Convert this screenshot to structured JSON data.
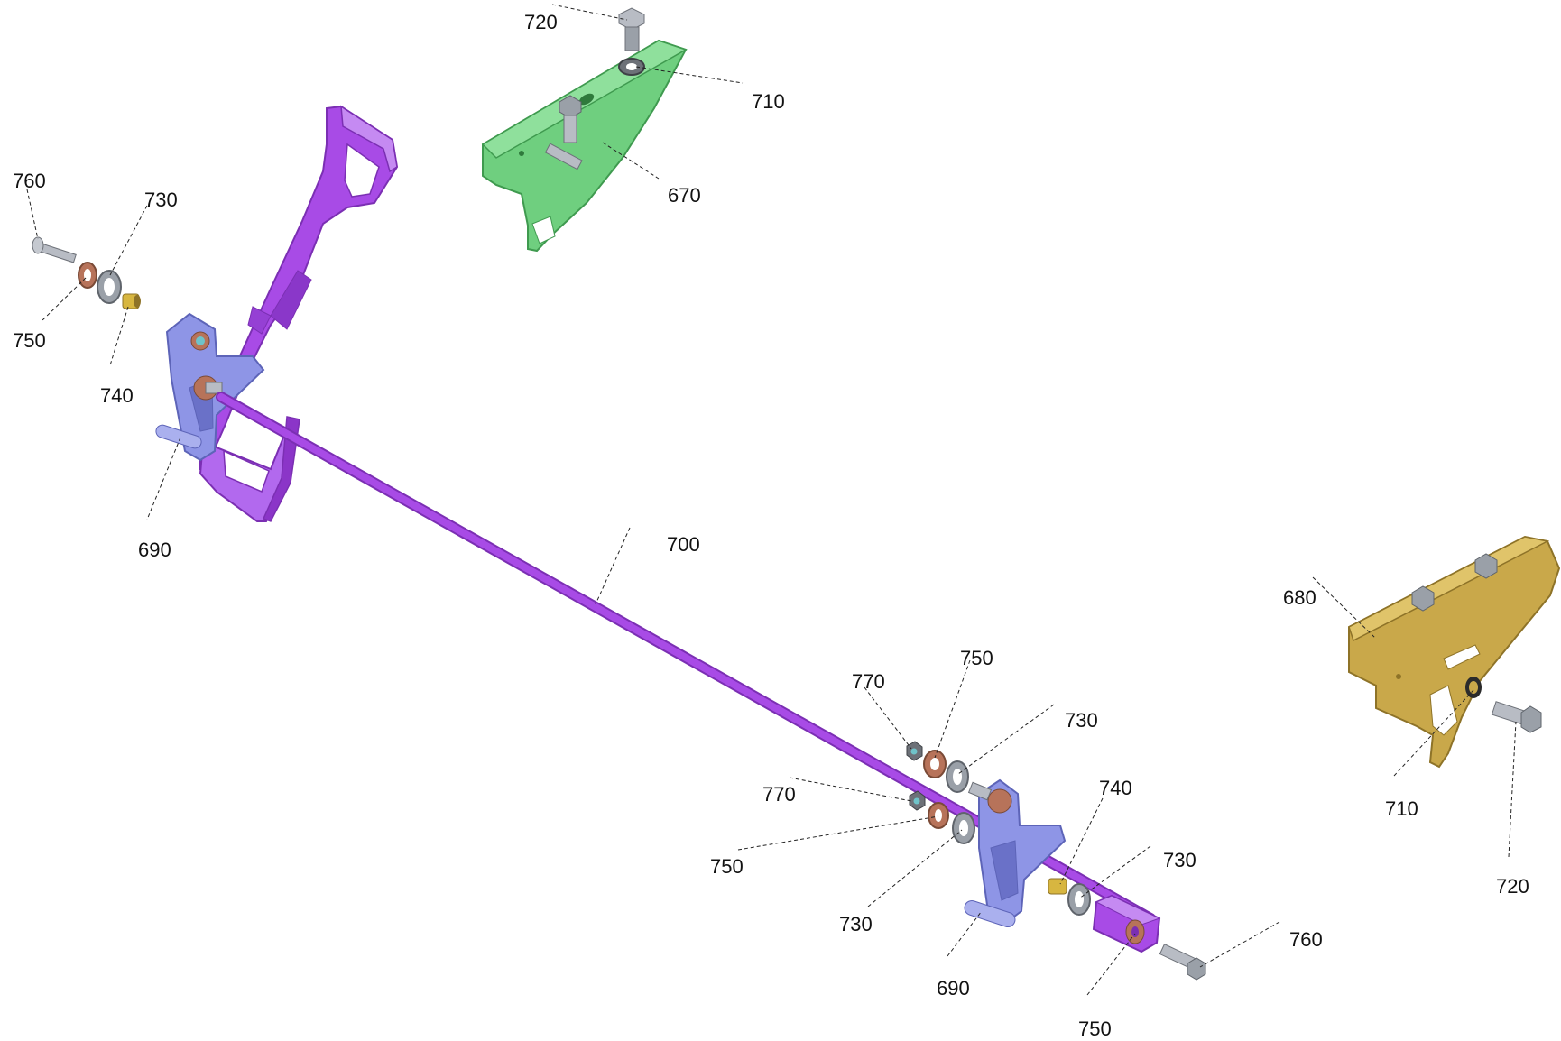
{
  "diagram": {
    "type": "exploded-parts-drawing",
    "colors": {
      "pedal": "#a84be6",
      "pedal_dark": "#7b2fb3",
      "rod": "#9b45dd",
      "lever": "#8e95e6",
      "lever_dark": "#5d64b8",
      "bracket_green": "#6fcf7f",
      "bracket_green_dark": "#3f9a4f",
      "bracket_gold": "#c9a84a",
      "bracket_gold_dark": "#8e7328",
      "bolt": "#b8bcc4",
      "bolt_dark": "#6d7178",
      "washer_copper": "#b7735a",
      "washer_grey": "#9aa0a8",
      "bushing_brass": "#d7b640",
      "nut_teal": "#6fc3c9"
    },
    "callouts": [
      {
        "id": "c720a",
        "label": "720"
      },
      {
        "id": "c710a",
        "label": "710"
      },
      {
        "id": "c670",
        "label": "670"
      },
      {
        "id": "c760a",
        "label": "760"
      },
      {
        "id": "c730a",
        "label": "730"
      },
      {
        "id": "c750a",
        "label": "750"
      },
      {
        "id": "c740a",
        "label": "740"
      },
      {
        "id": "c690a",
        "label": "690"
      },
      {
        "id": "c700",
        "label": "700"
      },
      {
        "id": "c680",
        "label": "680"
      },
      {
        "id": "c770a",
        "label": "770"
      },
      {
        "id": "c750b",
        "label": "750"
      },
      {
        "id": "c730b",
        "label": "730"
      },
      {
        "id": "c770b",
        "label": "770"
      },
      {
        "id": "c740b",
        "label": "740"
      },
      {
        "id": "c750c",
        "label": "750"
      },
      {
        "id": "c730c",
        "label": "730"
      },
      {
        "id": "c730d",
        "label": "730"
      },
      {
        "id": "c690b",
        "label": "690"
      },
      {
        "id": "c760b",
        "label": "760"
      },
      {
        "id": "c750d",
        "label": "750"
      },
      {
        "id": "c710b",
        "label": "710"
      },
      {
        "id": "c720b",
        "label": "720"
      }
    ]
  }
}
